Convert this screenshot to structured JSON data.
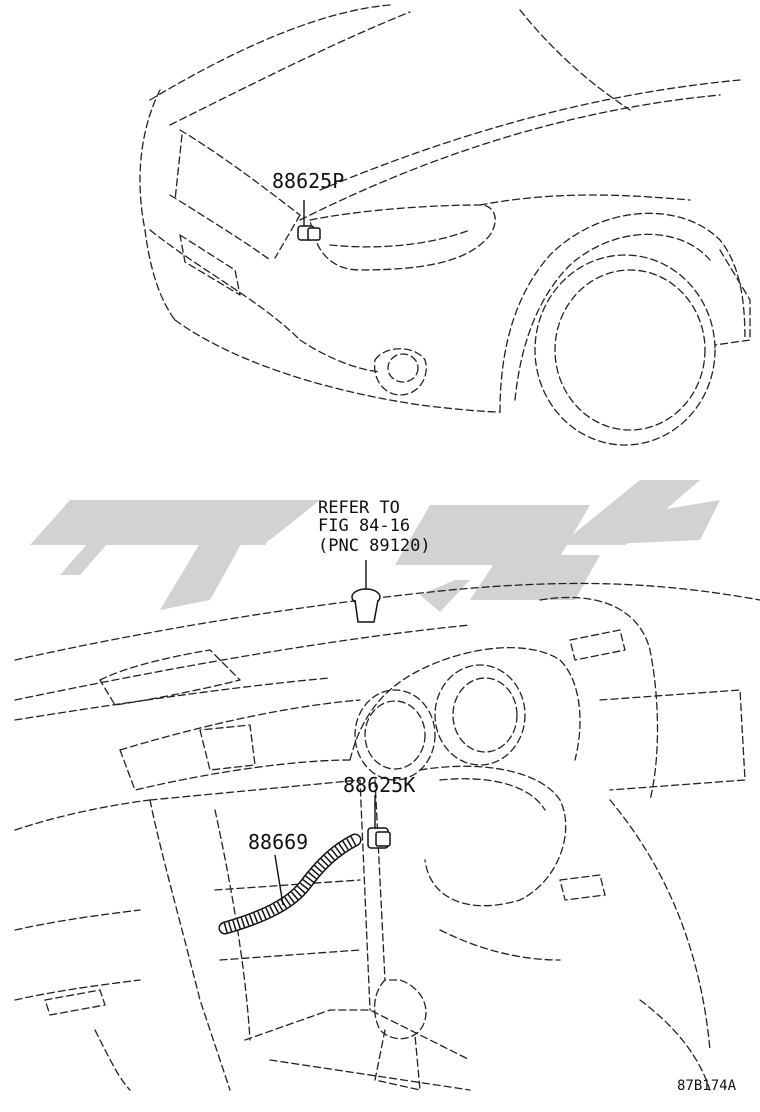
{
  "parts": {
    "p88625P": "88625P",
    "p88625K": "88625K",
    "p88669": "88669"
  },
  "reference": {
    "line1": "REFER TO",
    "line2": "FIG 84-16",
    "line3": "(PNC 89120)"
  },
  "figure_code": "87B174A",
  "watermark_color": "#d0d0d0"
}
